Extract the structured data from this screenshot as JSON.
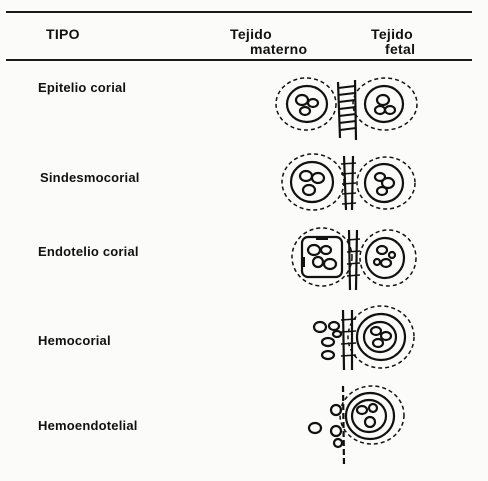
{
  "header": {
    "col_tipo": "TIPO",
    "col_materno": "Tejido materno",
    "col_materno_line1": "Tejido",
    "col_materno_line2": "materno",
    "col_fetal": "Tejido fetal",
    "col_fetal_line1": "Tejido",
    "col_fetal_line2": "fetal"
  },
  "rows": [
    {
      "label": "Epitelio corial"
    },
    {
      "label": "Sindesmocorial"
    },
    {
      "label": "Endotelio corial"
    },
    {
      "label": "Hemocorial"
    },
    {
      "label": "Hemoendotelial"
    }
  ],
  "colors": {
    "ink": "#111111",
    "paper": "#fbfbf9"
  }
}
